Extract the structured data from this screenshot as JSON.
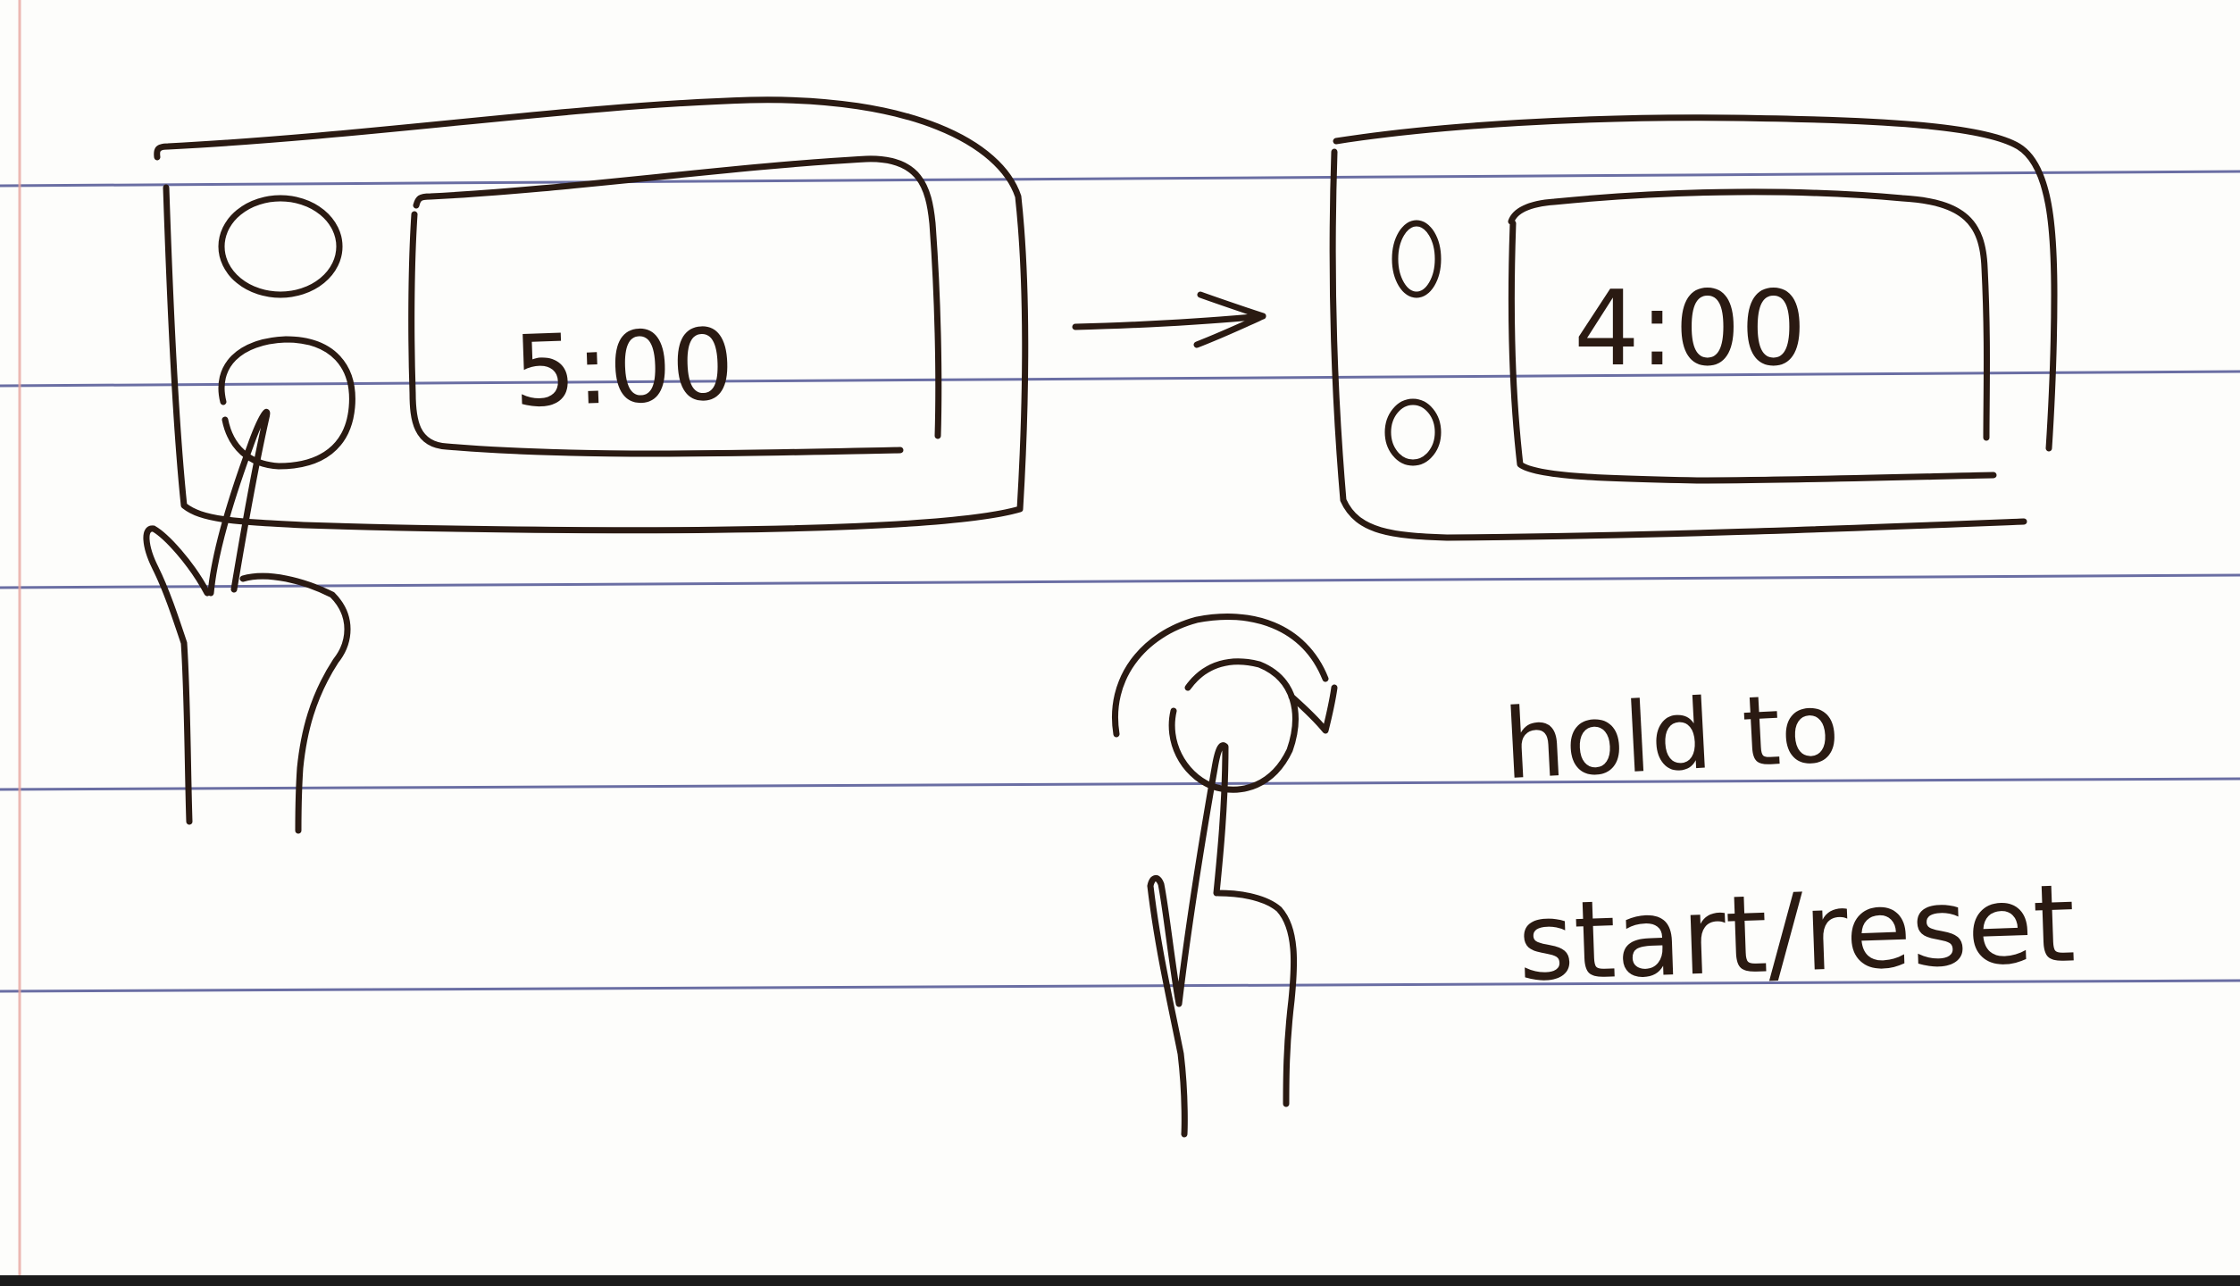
{
  "before_display": {
    "time": "5:00"
  },
  "after_display": {
    "time": "4:00"
  },
  "gesture_note": {
    "line1": "hold to",
    "line2": "start/reset"
  },
  "colors": {
    "paper": "#fdfdfb",
    "ink": "#2a1a12",
    "rule_line": "#3a3f86",
    "margin_line": "#e8a7a0"
  },
  "icons": [
    "arrow-right-icon",
    "tap-hand-icon",
    "hold-rotate-icon",
    "hand-pointing-icon"
  ]
}
